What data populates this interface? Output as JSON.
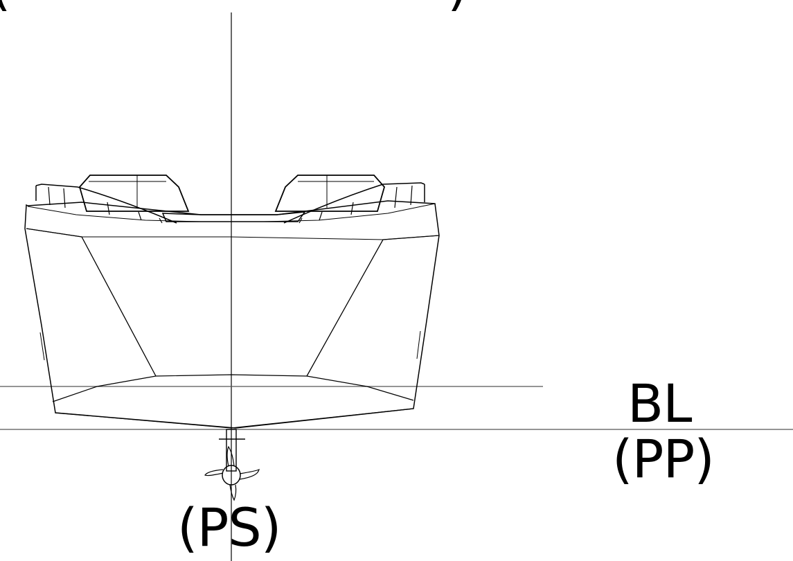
{
  "labels": {
    "baseline": "BL",
    "perpendicular": "(PP)",
    "propeller_shaft": "(PS)",
    "top_left_fragment": "(",
    "top_right_fragment": ")"
  },
  "colors": {
    "line": "#000000",
    "reference_line": "#555555",
    "background": "#ffffff"
  }
}
